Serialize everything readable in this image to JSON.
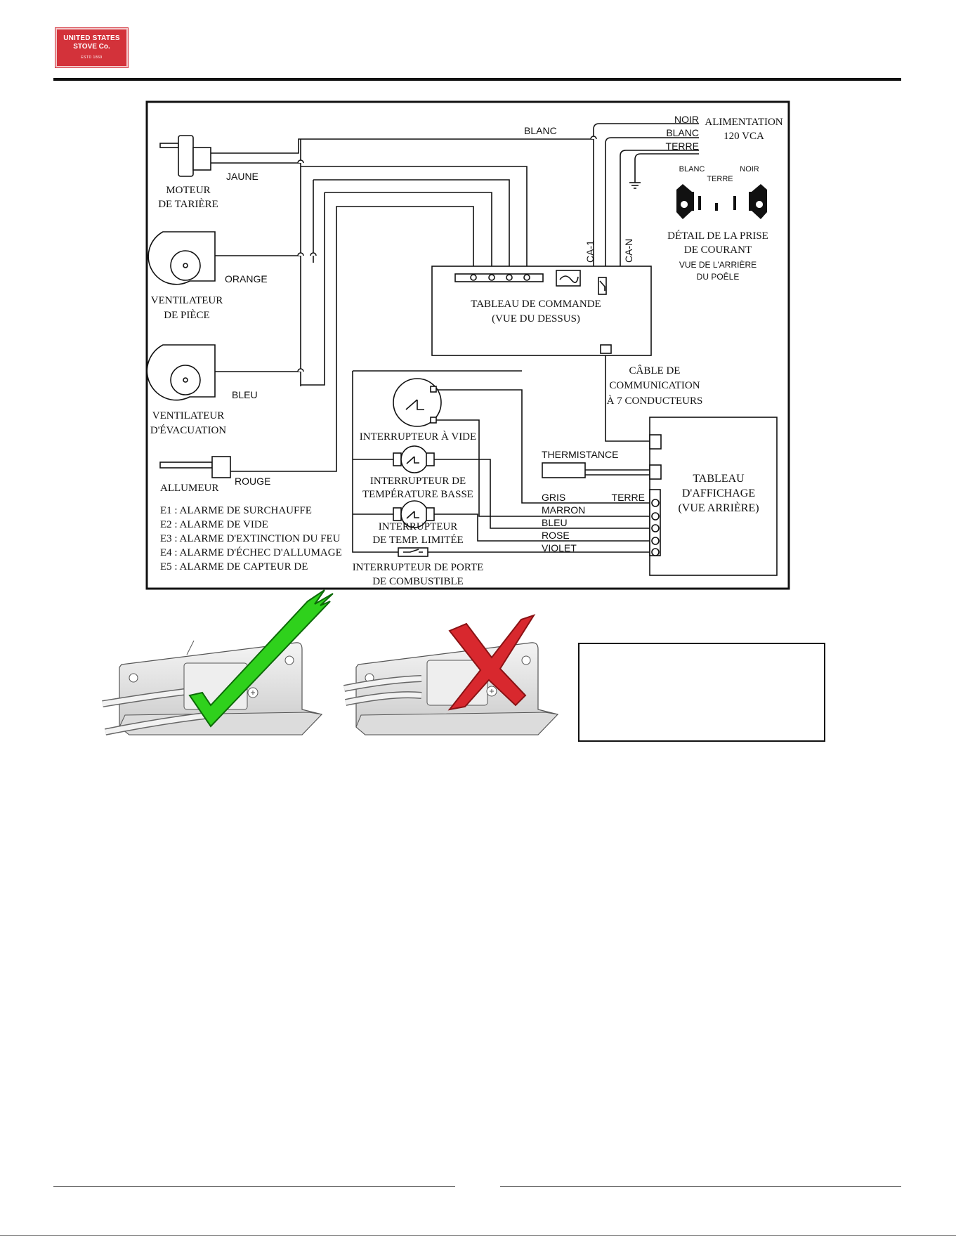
{
  "logo": {
    "line1": "UNITED STATES",
    "line2": "STOVE Co.",
    "line3": "ESTD 1869",
    "color": "#d3323a"
  },
  "diagram": {
    "components": {
      "auger_motor": [
        "MOTEUR",
        "DE TARIÈRE"
      ],
      "room_fan": [
        "VENTILATEUR",
        "DE PIÈCE"
      ],
      "exhaust_fan": [
        "VENTILATEUR",
        "D'ÉVACUATION"
      ],
      "igniter": "ALLUMEUR",
      "power_supply": [
        "ALIMENTATION",
        "120 VCA"
      ],
      "control_board": [
        "TABLEAU DE COMMANDE",
        "(VUE DU DESSUS)"
      ],
      "comm_cable": [
        "CÂBLE DE",
        "COMMUNICATION",
        "À 7 CONDUCTEURS"
      ],
      "outlet_detail": [
        "DÉTAIL DE LA PRISE",
        "DE COURANT"
      ],
      "outlet_view": [
        "VUE DE L'ARRIÈRE",
        "DU POÊLE"
      ],
      "vacuum_switch": "INTERRUPTEUR À VIDE",
      "low_temp_switch": [
        "INTERRUPTEUR DE",
        "TEMPÉRATURE BASSE"
      ],
      "limit_switch": [
        "INTERRUPTEUR",
        "DE TEMP. LIMITÉE"
      ],
      "door_switch": [
        "INTERRUPTEUR DE PORTE",
        "DE COMBUSTIBLE"
      ],
      "thermistor": "THERMISTANCE",
      "display_board": [
        "TABLEAU",
        "D'AFFICHAGE",
        "(VUE ARRIÈRE)"
      ]
    },
    "wires": {
      "noir": "NOIR",
      "blanc": "BLANC",
      "terre": "TERRE",
      "jaune": "JAUNE",
      "orange": "ORANGE",
      "bleu": "BLEU",
      "rouge": "ROUGE",
      "ca1": "CA-1",
      "can": "CA-N",
      "gris": "GRIS",
      "marron": "MARRON",
      "rose": "ROSE",
      "violet": "VIOLET"
    },
    "outlet_labels": {
      "blanc": "BLANC",
      "noir": "NOIR",
      "terre": "TERRE"
    },
    "alarms": [
      "E1 : ALARME DE SURCHAUFFE",
      "E2 : ALARME DE VIDE",
      "E3 : ALARME D'EXTINCTION DU FEU",
      "E4 : ALARME D'ÉCHEC D'ALLUMAGE",
      "E5 : ALARME DE CAPTEUR DE"
    ]
  },
  "photos": {
    "correct_mark_color": "#2fd11c",
    "wrong_mark_color": "#d8282e"
  }
}
